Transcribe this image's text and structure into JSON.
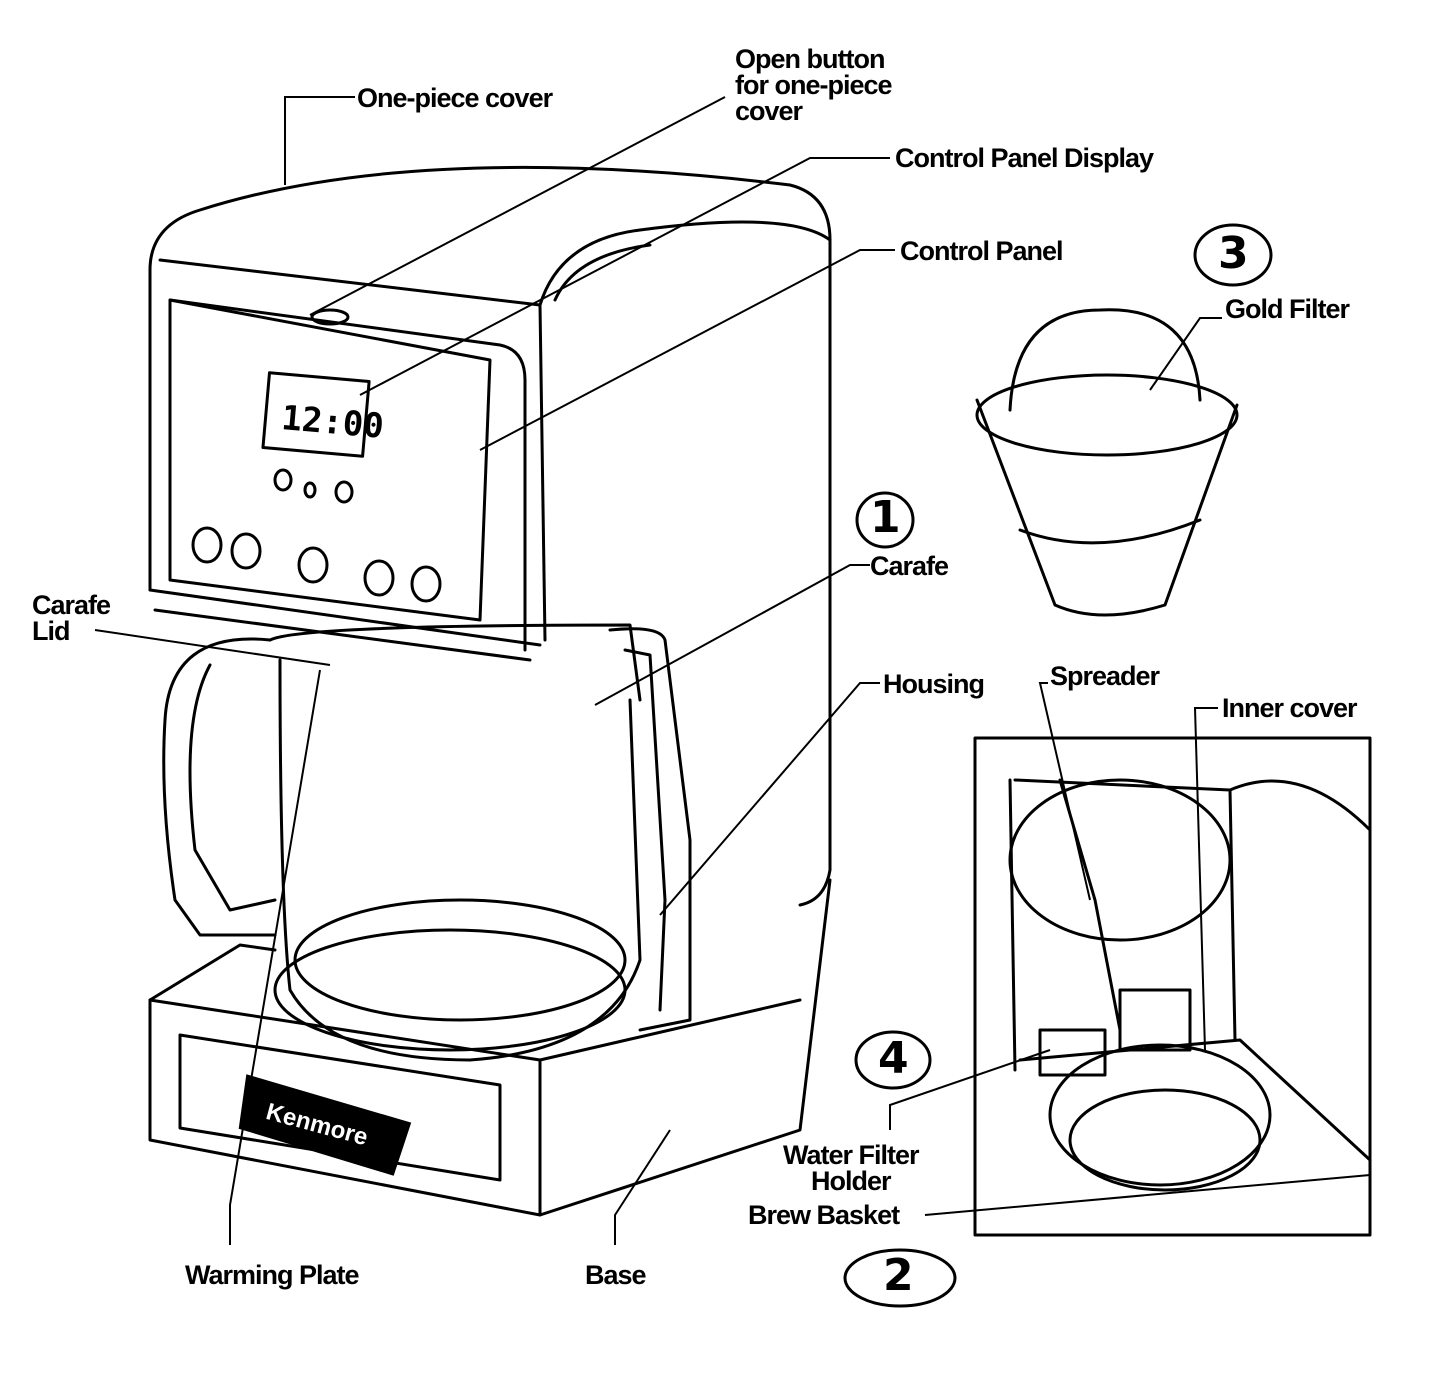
{
  "labels": {
    "one_piece_cover": "One-piece cover",
    "open_button": "Open button\nfor one-piece\ncover",
    "control_panel_display": "Control Panel Display",
    "control_panel": "Control Panel",
    "gold_filter": "Gold Filter",
    "carafe": "Carafe",
    "carafe_lid": "Carafe\nLid",
    "housing": "Housing",
    "spreader": "Spreader",
    "inner_cover": "Inner cover",
    "water_filter_holder": "Water Filter\nHolder",
    "brew_basket": "Brew Basket",
    "warming_plate": "Warming Plate",
    "base": "Base"
  },
  "callout_numbers": [
    "1",
    "2",
    "3",
    "4"
  ],
  "display_time": "12:00",
  "brand_logo": "Kenmore"
}
